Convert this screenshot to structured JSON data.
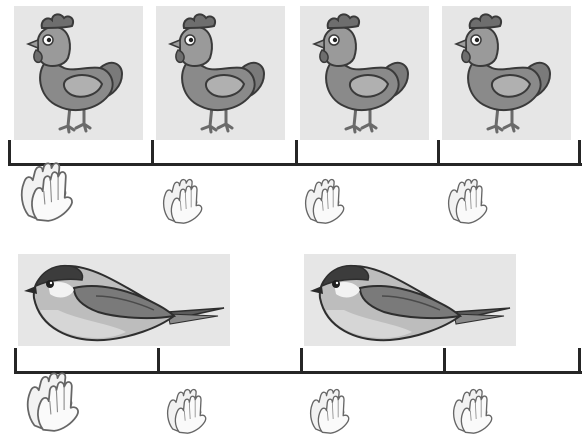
{
  "scene": {
    "rows": [
      {
        "animal_icon": "rooster-icon",
        "count": 4,
        "beat_icon": "clapping-hands-icon",
        "beats": [
          "strong",
          "weak",
          "weak",
          "weak"
        ]
      },
      {
        "animal_icon": "sparrow-icon",
        "count": 2,
        "beat_icon": "clapping-hands-icon",
        "beats": [
          "strong",
          "weak",
          "weak",
          "weak"
        ]
      }
    ],
    "colors": {
      "background": "#ffffff",
      "panel": "#e6e6e6",
      "line": "#262626",
      "bird_body": "#808080",
      "bird_head": "#5a5a5a",
      "rooster_comb": "#6e6e6e",
      "hand_fill": "#f2f2f2",
      "hand_stroke": "#666666"
    }
  }
}
